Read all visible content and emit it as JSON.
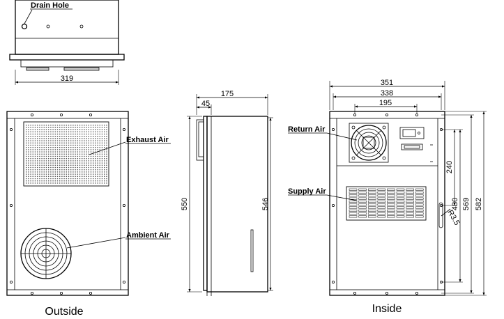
{
  "labels": {
    "drain_hole": "Drain Hole",
    "exhaust_air": "Exhaust Air",
    "ambient_air": "Ambient Air",
    "return_air": "Return Air",
    "supply_air": "Supply Air"
  },
  "captions": {
    "outside": "Outside",
    "inside": "Inside"
  },
  "dimensions": {
    "top_width": "319",
    "side_depth": "175",
    "side_flange": "45",
    "side_height_outer": "550",
    "side_height_inner": "546",
    "inside_width_outer": "351",
    "inside_width_mid": "338",
    "inside_width_holes": "195",
    "inside_h_240": "240",
    "inside_h_480": "480",
    "inside_h_569": "569",
    "inside_h_582": "582",
    "inside_radius": "R3.5"
  }
}
